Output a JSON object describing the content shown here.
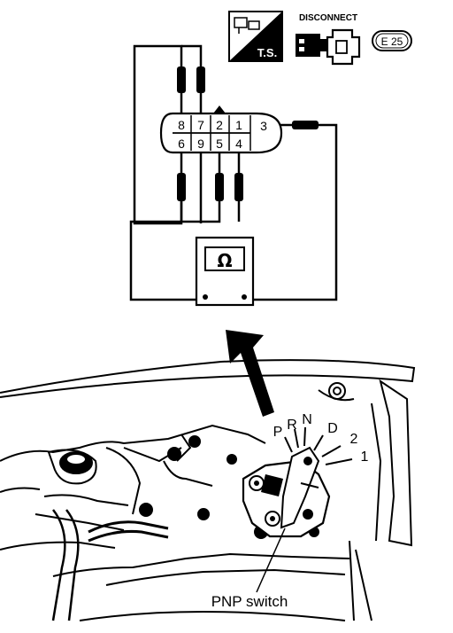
{
  "badges": {
    "ts_label": "T.S.",
    "disconnect_label": "DISCONNECT",
    "connector_code": "E 25"
  },
  "connector": {
    "pins_top": [
      "8",
      "7",
      "2",
      "1"
    ],
    "pins_bottom": [
      "6",
      "9",
      "5",
      "4"
    ],
    "pin_side": "3"
  },
  "meter": {
    "symbol": "Ω"
  },
  "switch": {
    "positions": [
      "P",
      "R",
      "N",
      "D",
      "2",
      "1"
    ],
    "label": "PNP switch"
  },
  "icons": {
    "ts": "troubleshooting-badge-icon",
    "disconnect": "disconnect-connector-icon",
    "code": "connector-code-badge",
    "arrow": "pointer-arrow-icon"
  }
}
